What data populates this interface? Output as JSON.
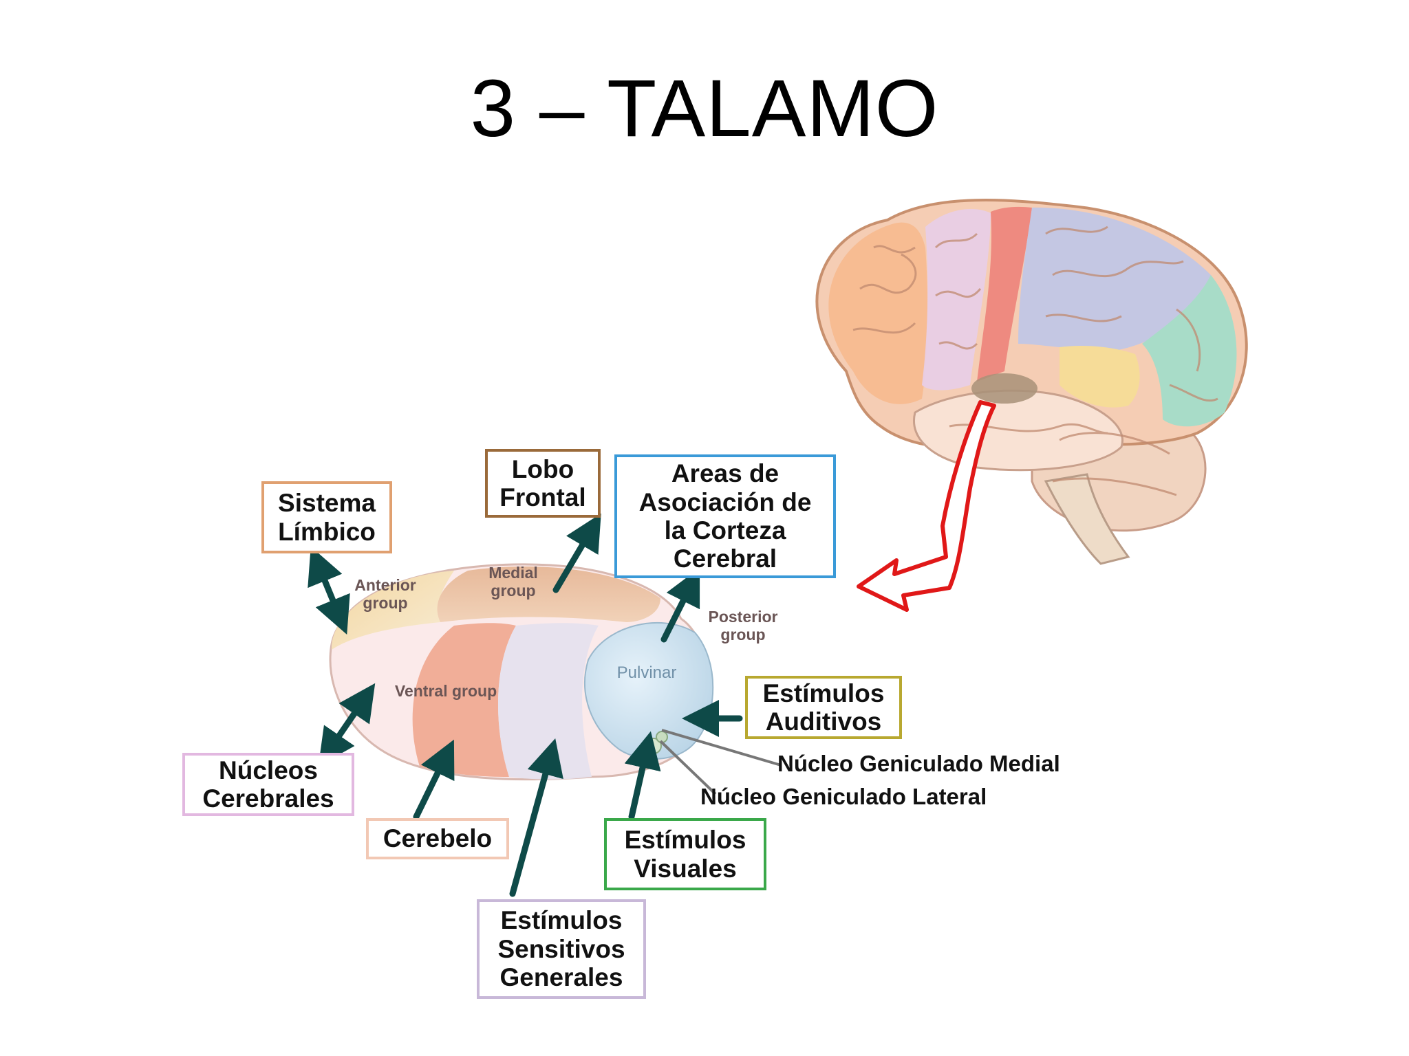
{
  "title": "3 – TALAMO",
  "regions": {
    "anterior": "Anterior\ngroup",
    "medial": "Medial\ngroup",
    "posterior": "Posterior\ngroup",
    "ventral": "Ventral group",
    "pulvinar": "Pulvinar"
  },
  "labels": {
    "sistema_limbico": "Sistema\nLímbico",
    "lobo_frontal": "Lobo\nFrontal",
    "areas_asociacion": "Areas de\nAsociación de\nla Corteza\nCerebral",
    "estimulos_auditivos": "Estímulos\nAuditivos",
    "nucleos_cerebrales": "Núcleos\nCerebrales",
    "cerebelo": "Cerebelo",
    "estimulos_visuales": "Estímulos\nVisuales",
    "estimulos_sensitivos": "Estímulos\nSensitivos\nGenerales",
    "geniculado_medial": "Núcleo Geniculado Medial",
    "geniculado_lateral": "Núcleo Geniculado Lateral"
  },
  "colors": {
    "arrow": "#0e4a48",
    "highlight_arrow": "#e01818",
    "box_limbico": "#e0a070",
    "box_frontal": "#9a6a3a",
    "box_areas": "#3a9ad8",
    "box_auditivos": "#b8a830",
    "box_nucleos": "#e2b8e0",
    "box_cerebelo": "#f2c8b4",
    "box_visuales": "#3aa84a",
    "box_sensitivos": "#c8b8d8"
  }
}
